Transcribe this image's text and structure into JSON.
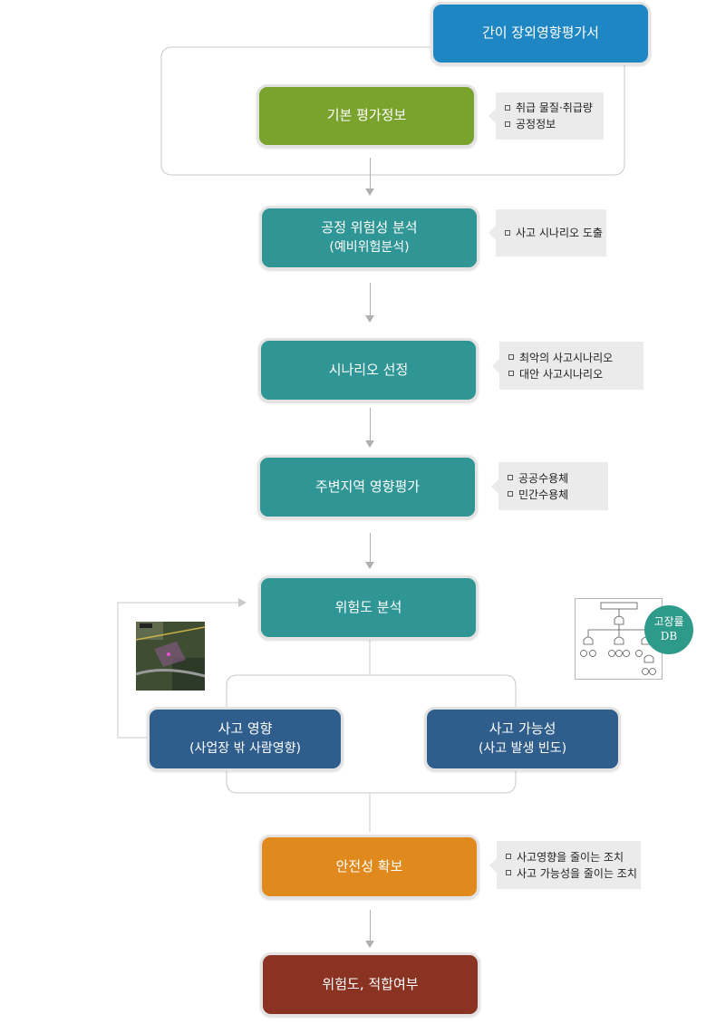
{
  "title": "간이 장외영향평가서",
  "steps": {
    "basic": "기본 평가정보",
    "hazard_line1": "공정 위험성 분석",
    "hazard_line2": "(예비위험분석)",
    "scenario": "시나리오 선정",
    "surround": "주변지역 영향평가",
    "risk": "위험도 분석",
    "impact_line1": "사고 영향",
    "impact_line2": "(사업장 밖 사람영향)",
    "likely_line1": "사고 가능성",
    "likely_line2": "(사고 발생 빈도)",
    "safety": "안전성 확보",
    "result": "위험도, 적합여부"
  },
  "notes": {
    "basic": [
      "취급 물질·취급량",
      "공정정보"
    ],
    "hazard": [
      "사고 시나리오 도출"
    ],
    "scenario": [
      "최악의 사고시나리오",
      "대안 사고시나리오"
    ],
    "surround": [
      "공공수용체",
      "민간수용체"
    ],
    "safety": [
      "사고영향을 줄이는 조치",
      "사고 가능성을 줄이는 조치"
    ]
  },
  "db_badge": {
    "line1": "고장률",
    "line2": "DB"
  },
  "colors": {
    "title": "#1f86c4",
    "basic": "#7aa32e",
    "analysis": "#2f9595",
    "branch": "#2f5d8c",
    "safety": "#e08a1e",
    "result": "#8a3323",
    "badge": "#2e9a8a"
  },
  "icons": [
    "satellite-map-thumbnail",
    "fault-tree-thumbnail"
  ]
}
